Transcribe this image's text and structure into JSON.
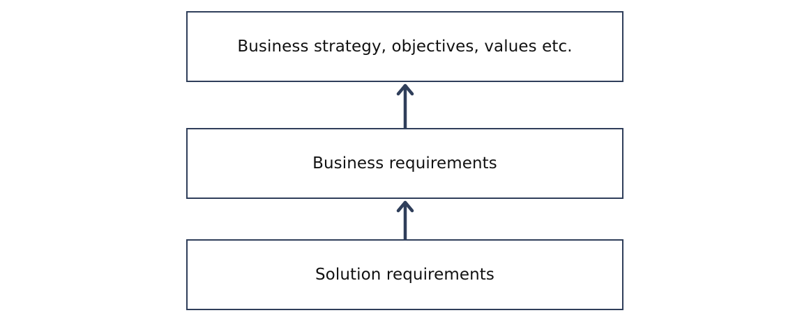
{
  "diagram": {
    "nodes": [
      {
        "id": "strategy",
        "label": "Business strategy, objectives, values etc."
      },
      {
        "id": "business",
        "label": "Business requirements"
      },
      {
        "id": "solution",
        "label": "Solution requirements"
      }
    ],
    "edges": [
      {
        "from": "business",
        "to": "strategy"
      },
      {
        "from": "solution",
        "to": "business"
      }
    ],
    "colors": {
      "border": "#2f3e5a",
      "arrow": "#2f3e5a",
      "text": "#111111"
    }
  }
}
